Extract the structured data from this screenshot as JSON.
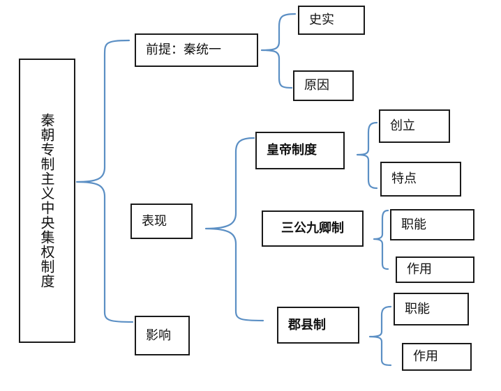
{
  "root": "秦朝专制主义中央集权制度",
  "premise": {
    "label": "前提：秦统一",
    "children": [
      "史实",
      "原因"
    ]
  },
  "manifestation": {
    "label": "表现",
    "emperor": {
      "label": "皇帝制度",
      "children": [
        "创立",
        "特点"
      ]
    },
    "ministers": {
      "label": "三公九卿制",
      "children": [
        "职能",
        "作用"
      ]
    },
    "prefecture": {
      "label": "郡县制",
      "children": [
        "职能",
        "作用"
      ]
    }
  },
  "influence": {
    "label": "影响"
  },
  "colors": {
    "connector": "#5b8fc4",
    "border": "#1a1a1a"
  }
}
